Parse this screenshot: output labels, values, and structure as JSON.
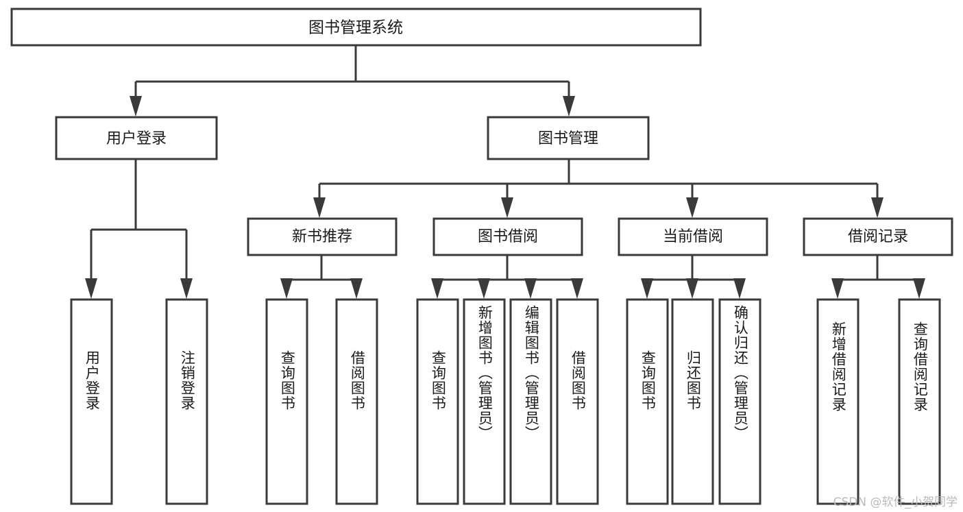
{
  "diagram": {
    "title": "图书管理系统",
    "watermark": "CSDN @软件_小贺同学",
    "level2": [
      {
        "label": "用户登录"
      },
      {
        "label": "图书管理"
      }
    ],
    "level3": [
      {
        "label": "新书推荐"
      },
      {
        "label": "图书借阅"
      },
      {
        "label": "当前借阅"
      },
      {
        "label": "借阅记录"
      }
    ],
    "leaves": {
      "user_login": [
        {
          "label": "用户登录"
        },
        {
          "label": "注销登录"
        }
      ],
      "new_book": [
        {
          "label": "查询图书"
        },
        {
          "label": "借阅图书"
        }
      ],
      "book_borrow": [
        {
          "label": "查询图书"
        },
        {
          "label": "新增图书（管理员）"
        },
        {
          "label": "编辑图书（管理员）"
        },
        {
          "label": "借阅图书"
        }
      ],
      "current_borrow": [
        {
          "label": "查询图书"
        },
        {
          "label": "归还图书"
        },
        {
          "label": "确认归还（管理员）"
        }
      ],
      "borrow_record": [
        {
          "label": "新增借阅记录"
        },
        {
          "label": "查询借阅记录"
        }
      ]
    }
  }
}
